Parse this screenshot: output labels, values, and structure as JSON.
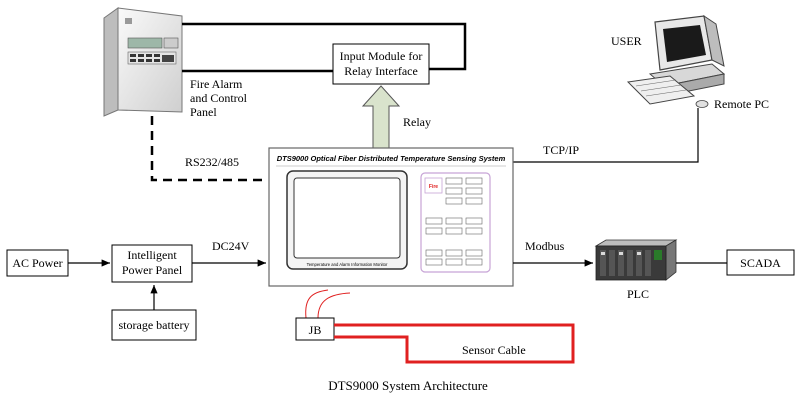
{
  "caption": "DTS9000 System Architecture",
  "nodes": {
    "fire_panel": "Fire Alarm and Control Panel",
    "input_module": "Input Module for Relay Interface",
    "user": "USER",
    "remote_pc": "Remote PC",
    "dts_title": "DTS9000 Optical Fiber Distributed Temperature Sensing System",
    "screen_caption": "Temperature and Alarm Information Monitor",
    "fire_button": "Fire",
    "ac_power": "AC Power",
    "power_panel": "Intelligent Power Panel",
    "battery": "storage battery",
    "jb": "JB",
    "plc": "PLC",
    "scada": "SCADA"
  },
  "links": {
    "relay": "Relay",
    "rs232": "RS232/485",
    "tcpip": "TCP/IP",
    "dc24v": "DC24V",
    "modbus": "Modbus",
    "sensor_cable": "Sensor Cable"
  },
  "colors": {
    "sensor_cable": "#e02020",
    "control_border": "#c7a4d6",
    "relay_arrow": "#d9e3cc",
    "plc_display": "#2a7a2a"
  },
  "icons": [
    "fire-alarm-panel-icon",
    "computer-icon",
    "plc-rack-icon"
  ]
}
